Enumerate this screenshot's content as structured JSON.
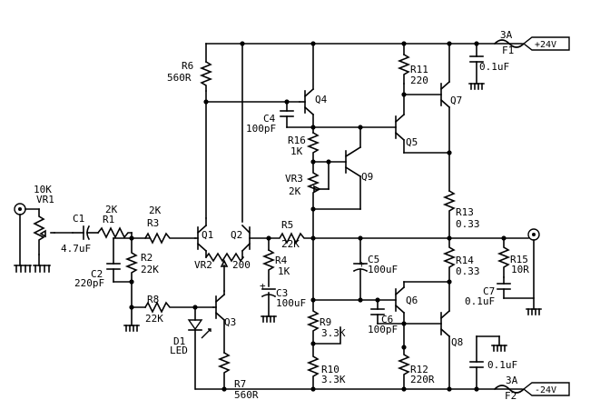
{
  "labels": {
    "vr1_val": "10K",
    "vr1": "VR1",
    "c1": "C1",
    "c1_val": "4.7uF",
    "r1_val": "2K",
    "r1": "R1",
    "r3_val": "2K",
    "r3": "R3",
    "r2": "R2",
    "r2_val": "22K",
    "c2": "C2",
    "c2_val": "220pF",
    "r8": "R8",
    "r8_val": "22K",
    "d1": "D1",
    "d1_type": "LED",
    "q1": "Q1",
    "q2": "Q2",
    "q3": "Q3",
    "vr2": "VR2",
    "vr2_val": "200",
    "r6": "R6",
    "r6_val": "560R",
    "r7": "R7",
    "r7_val": "560R",
    "r5": "R5",
    "r5_val": "22K",
    "r4": "R4",
    "r4_val": "1K",
    "c3": "C3",
    "c3_val": "100uF",
    "q4": "Q4",
    "c4": "C4",
    "c4_val": "100pF",
    "r16": "R16",
    "r16_val": "1K",
    "vr3": "VR3",
    "vr3_val": "2K",
    "q9": "Q9",
    "r9": "R9",
    "r9_val": "3.3K",
    "r10": "R10",
    "r10_val": "3.3K",
    "c5": "C5",
    "c5_val": "100uF",
    "q5": "Q5",
    "q6": "Q6",
    "q7": "Q7",
    "q8": "Q8",
    "c6": "C6",
    "c6_val": "100pF",
    "r11": "R11",
    "r11_val": "220",
    "r12": "R12",
    "r12_val": "220R",
    "r13": "R13",
    "r13_val": "0.33",
    "r14": "R14",
    "r14_val": "0.33",
    "r15": "R15",
    "r15_val": "10R",
    "c7": "C7",
    "c7_val": "0.1uF",
    "c8_val": "0.1uF",
    "c9_val": "0.1uF",
    "f1_rating": "3A",
    "f1": "F1",
    "f2_rating": "3A",
    "f2": "F2",
    "vpos": "+24V",
    "vneg": "-24V"
  }
}
